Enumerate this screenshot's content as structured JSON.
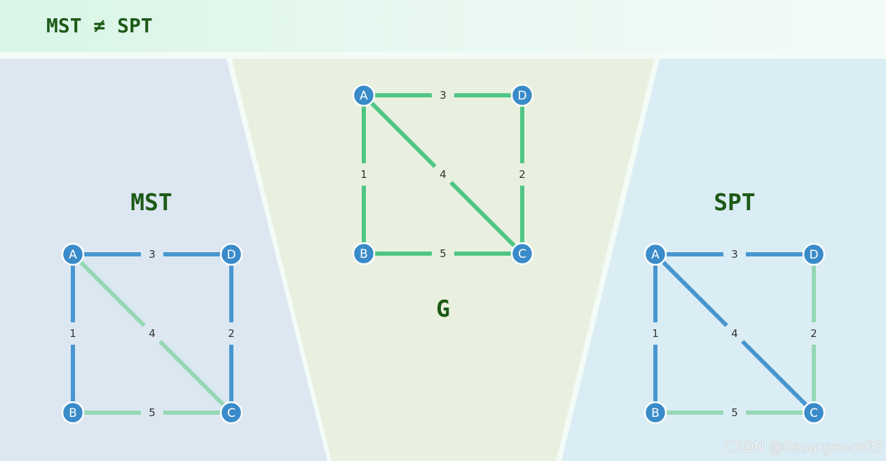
{
  "header": {
    "title": "MST ≠ SPT"
  },
  "colors": {
    "node_fill": "#3a8bc9",
    "edge_green": "#4fc686",
    "edge_blue": "#4896d0",
    "edge_light": "#96d8b4",
    "title_green": "#1d5a17",
    "panel_left_bg": "#dce7f2",
    "panel_mid_bg": "#eaf0df",
    "panel_right_bg": "#dbedf4"
  },
  "panels": [
    {
      "id": "mst",
      "title": "MST",
      "nodes": [
        "A",
        "B",
        "C",
        "D"
      ],
      "edges": [
        {
          "from": "A",
          "to": "D",
          "weight": "3",
          "style": "blue"
        },
        {
          "from": "A",
          "to": "B",
          "weight": "1",
          "style": "blue"
        },
        {
          "from": "A",
          "to": "C",
          "weight": "4",
          "style": "light"
        },
        {
          "from": "D",
          "to": "C",
          "weight": "2",
          "style": "blue"
        },
        {
          "from": "B",
          "to": "C",
          "weight": "5",
          "style": "light"
        }
      ]
    },
    {
      "id": "g",
      "title": "G",
      "nodes": [
        "A",
        "B",
        "C",
        "D"
      ],
      "edges": [
        {
          "from": "A",
          "to": "D",
          "weight": "3",
          "style": "green"
        },
        {
          "from": "A",
          "to": "B",
          "weight": "1",
          "style": "green"
        },
        {
          "from": "A",
          "to": "C",
          "weight": "4",
          "style": "green"
        },
        {
          "from": "D",
          "to": "C",
          "weight": "2",
          "style": "green"
        },
        {
          "from": "B",
          "to": "C",
          "weight": "5",
          "style": "green"
        }
      ]
    },
    {
      "id": "spt",
      "title": "SPT",
      "nodes": [
        "A",
        "B",
        "C",
        "D"
      ],
      "edges": [
        {
          "from": "A",
          "to": "D",
          "weight": "3",
          "style": "blue"
        },
        {
          "from": "A",
          "to": "B",
          "weight": "1",
          "style": "blue"
        },
        {
          "from": "A",
          "to": "C",
          "weight": "4",
          "style": "blue"
        },
        {
          "from": "D",
          "to": "C",
          "weight": "2",
          "style": "light"
        },
        {
          "from": "B",
          "to": "C",
          "weight": "5",
          "style": "light"
        }
      ]
    }
  ],
  "watermark": "CSDN @Resurgence03"
}
